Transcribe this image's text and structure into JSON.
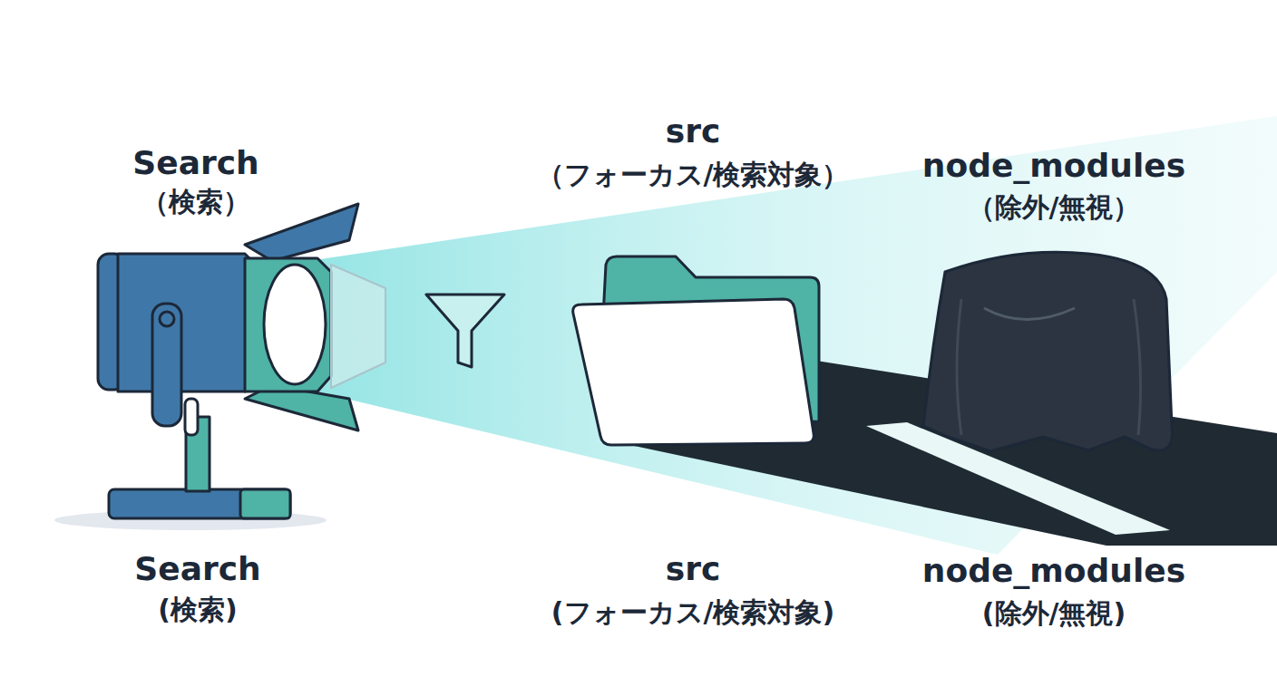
{
  "diagram": {
    "labels": [
      "Search",
      "（検索）",
      "src",
      "（フォーカス/検索対象）",
      "node_modules",
      "（除外/無視）",
      "Search",
      "(検索)",
      "src",
      "(フォーカス/検索対象)",
      "node_modules",
      "(除外/無視)"
    ]
  }
}
